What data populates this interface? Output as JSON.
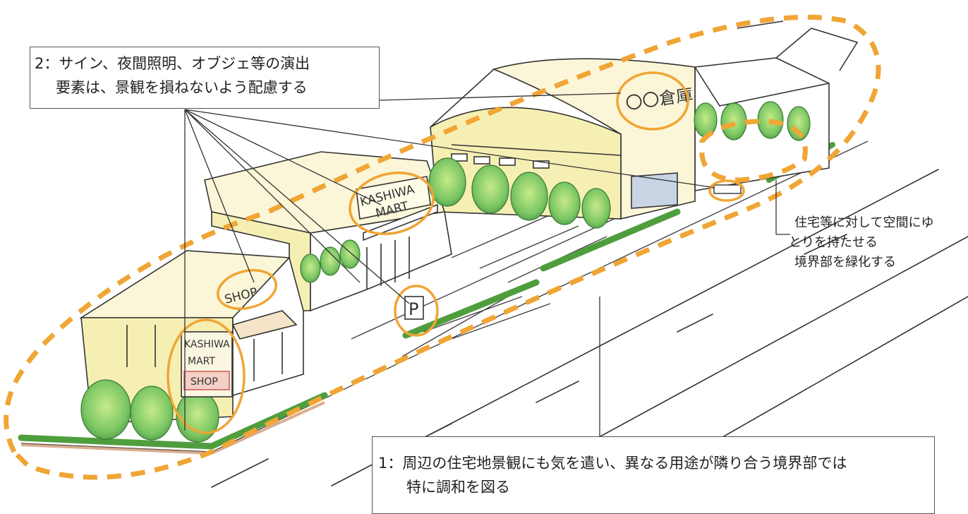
{
  "callouts": {
    "signage": {
      "line1": "2：サイン、夜間照明、オブジェ等の演出",
      "line2": "要素は、景観を損ねないよう配慮する"
    },
    "harmony": {
      "line1": "1：周辺の住宅地景観にも気を遣い、異なる用途が隣り合う境界部では",
      "line2": "特に調和を図る"
    },
    "buffer": {
      "line1": "住宅等に対して空間にゆ",
      "line2": "とりを持たせる",
      "line3": "境界部を緑化する"
    }
  },
  "signs": {
    "warehouse": "〇〇倉庫",
    "mart_roof_1": "KASHIWA",
    "mart_roof_2": "MART",
    "shop_roof": "SHOP",
    "pole_1": "KASHIWA",
    "pole_2": "MART",
    "pole_3": "SHOP",
    "parking": "P"
  },
  "colors": {
    "highlight_orange": "#f0a534",
    "tree_green": "#6cbf5a",
    "wall_yellow": "#f6efb4",
    "hedge_green": "#4f9e3e",
    "sign_red": "#c8504a"
  }
}
